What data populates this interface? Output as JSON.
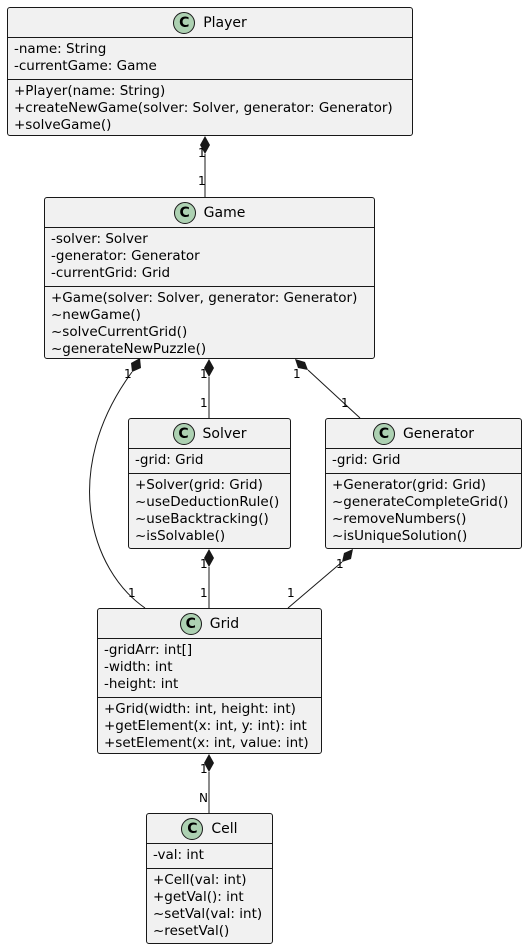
{
  "classes": {
    "player": {
      "name": "Player",
      "icon": "C",
      "attributes": [
        "-name: String",
        "-currentGame: Game"
      ],
      "methods": [
        "+Player(name: String)",
        "+createNewGame(solver: Solver, generator: Generator)",
        "+solveGame()"
      ]
    },
    "game": {
      "name": "Game",
      "icon": "C",
      "attributes": [
        "-solver: Solver",
        "-generator: Generator",
        "-currentGrid: Grid"
      ],
      "methods": [
        "+Game(solver: Solver, generator: Generator)",
        "~newGame()",
        "~solveCurrentGrid()",
        "~generateNewPuzzle()"
      ]
    },
    "solver": {
      "name": "Solver",
      "icon": "C",
      "attributes": [
        "-grid: Grid"
      ],
      "methods": [
        "+Solver(grid: Grid)",
        "~useDeductionRule()",
        "~useBacktracking()",
        "~isSolvable()"
      ]
    },
    "generator": {
      "name": "Generator",
      "icon": "C",
      "attributes": [
        "-grid: Grid"
      ],
      "methods": [
        "+Generator(grid: Grid)",
        "~generateCompleteGrid()",
        "~removeNumbers()",
        "~isUniqueSolution()"
      ]
    },
    "grid": {
      "name": "Grid",
      "icon": "C",
      "attributes": [
        "-gridArr: int[]",
        "-width: int",
        "-height: int"
      ],
      "methods": [
        "+Grid(width: int, height: int)",
        "+getElement(x: int, y: int): int",
        "+setElement(x: int, value: int)"
      ]
    },
    "cell": {
      "name": "Cell",
      "icon": "C",
      "attributes": [
        "-val: int"
      ],
      "methods": [
        "+Cell(val: int)",
        "+getVal(): int",
        "~setVal(val: int)",
        "~resetVal()"
      ]
    }
  },
  "relations": [
    {
      "from": "player",
      "to": "game",
      "type": "composition",
      "from_mult": "1",
      "to_mult": "1"
    },
    {
      "from": "game",
      "to": "grid",
      "type": "composition",
      "from_mult": "1",
      "to_mult": "1"
    },
    {
      "from": "game",
      "to": "solver",
      "type": "composition",
      "from_mult": "1",
      "to_mult": "1"
    },
    {
      "from": "game",
      "to": "generator",
      "type": "composition",
      "from_mult": "1",
      "to_mult": "1"
    },
    {
      "from": "solver",
      "to": "grid",
      "type": "composition",
      "from_mult": "1",
      "to_mult": "1"
    },
    {
      "from": "generator",
      "to": "grid",
      "type": "composition",
      "from_mult": "1",
      "to_mult": "1"
    },
    {
      "from": "grid",
      "to": "cell",
      "type": "composition",
      "from_mult": "1",
      "to_mult": "N"
    }
  ]
}
